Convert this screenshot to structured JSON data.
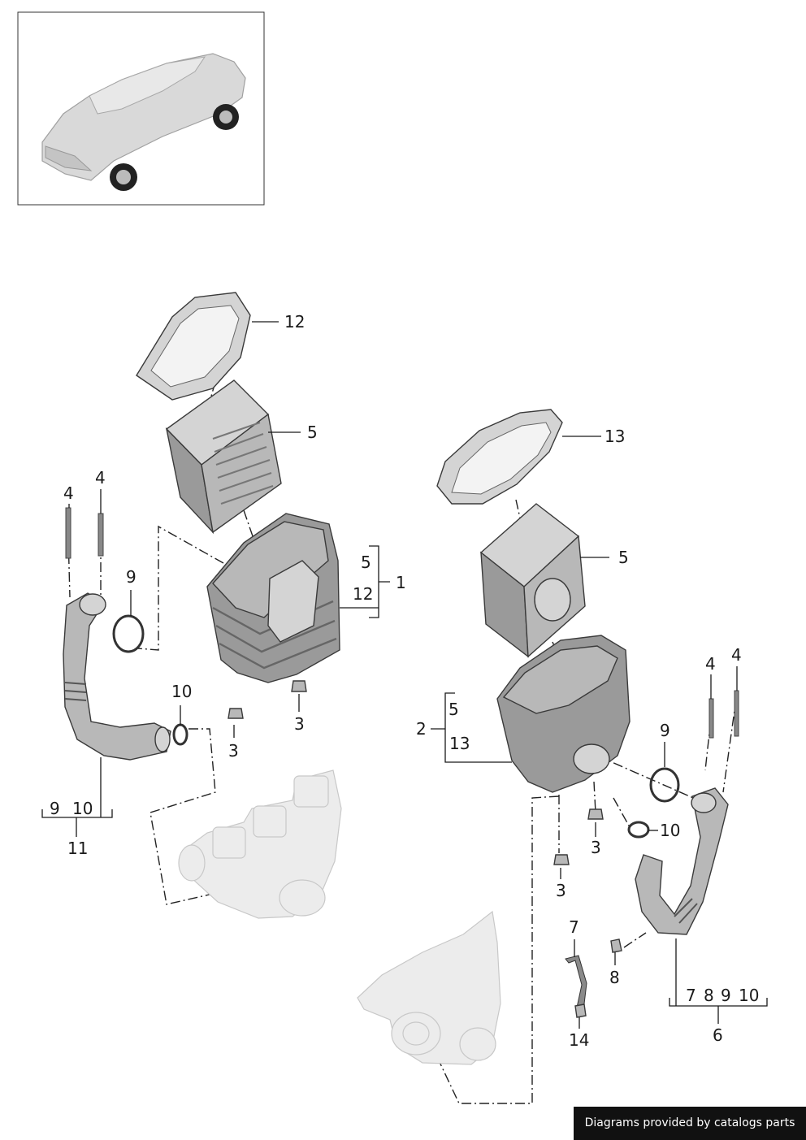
{
  "callouts": [
    {
      "id": "c12a",
      "text": "12"
    },
    {
      "id": "c5a",
      "text": "5"
    },
    {
      "id": "c4a",
      "text": "4"
    },
    {
      "id": "c4b",
      "text": "4"
    },
    {
      "id": "c9a",
      "text": "9"
    },
    {
      "id": "c5g",
      "text": "5"
    },
    {
      "id": "c12g",
      "text": "12"
    },
    {
      "id": "c1",
      "text": "1"
    },
    {
      "id": "c10a",
      "text": "10"
    },
    {
      "id": "c3a",
      "text": "3"
    },
    {
      "id": "c3b",
      "text": "3"
    },
    {
      "id": "c9g",
      "text": "9"
    },
    {
      "id": "c10g",
      "text": "10"
    },
    {
      "id": "c11",
      "text": "11"
    },
    {
      "id": "c13a",
      "text": "13"
    },
    {
      "id": "c5b",
      "text": "5"
    },
    {
      "id": "c2",
      "text": "2"
    },
    {
      "id": "c5h",
      "text": "5"
    },
    {
      "id": "c13g",
      "text": "13"
    },
    {
      "id": "c4c",
      "text": "4"
    },
    {
      "id": "c4d",
      "text": "4"
    },
    {
      "id": "c9b",
      "text": "9"
    },
    {
      "id": "c3c",
      "text": "3"
    },
    {
      "id": "c10b",
      "text": "10"
    },
    {
      "id": "c3d",
      "text": "3"
    },
    {
      "id": "c7a",
      "text": "7"
    },
    {
      "id": "c8a",
      "text": "8"
    },
    {
      "id": "c7g",
      "text": "7"
    },
    {
      "id": "c8g",
      "text": "8"
    },
    {
      "id": "c9h",
      "text": "9"
    },
    {
      "id": "c10h",
      "text": "10"
    },
    {
      "id": "c6",
      "text": "6"
    },
    {
      "id": "c14",
      "text": "14"
    }
  ],
  "credit": "Diagrams provided by catalogs parts",
  "colors": {
    "line": "#1a1a1a",
    "part_dark": "#9a9a9a",
    "part_light": "#d4d4d4",
    "ghost": "#ececec",
    "credit_bg": "#111111"
  }
}
